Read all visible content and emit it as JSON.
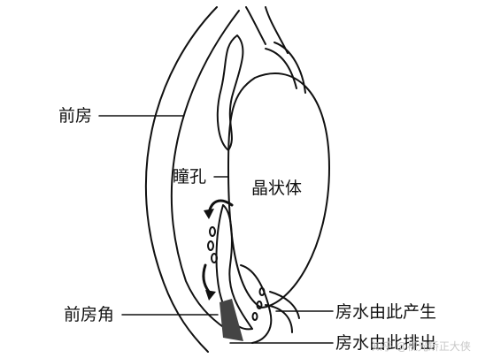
{
  "labels": {
    "anterior_chamber": "前房",
    "pupil": "瞳孔",
    "lens": "晶状体",
    "chamber_angle": "前房角",
    "aqueous_produced": "房水由此产生",
    "aqueous_drained": "房水由此排出"
  },
  "watermark": "知乎 @视光矫正大侠",
  "colors": {
    "line": "#111111",
    "angle_fill": "#444444"
  }
}
